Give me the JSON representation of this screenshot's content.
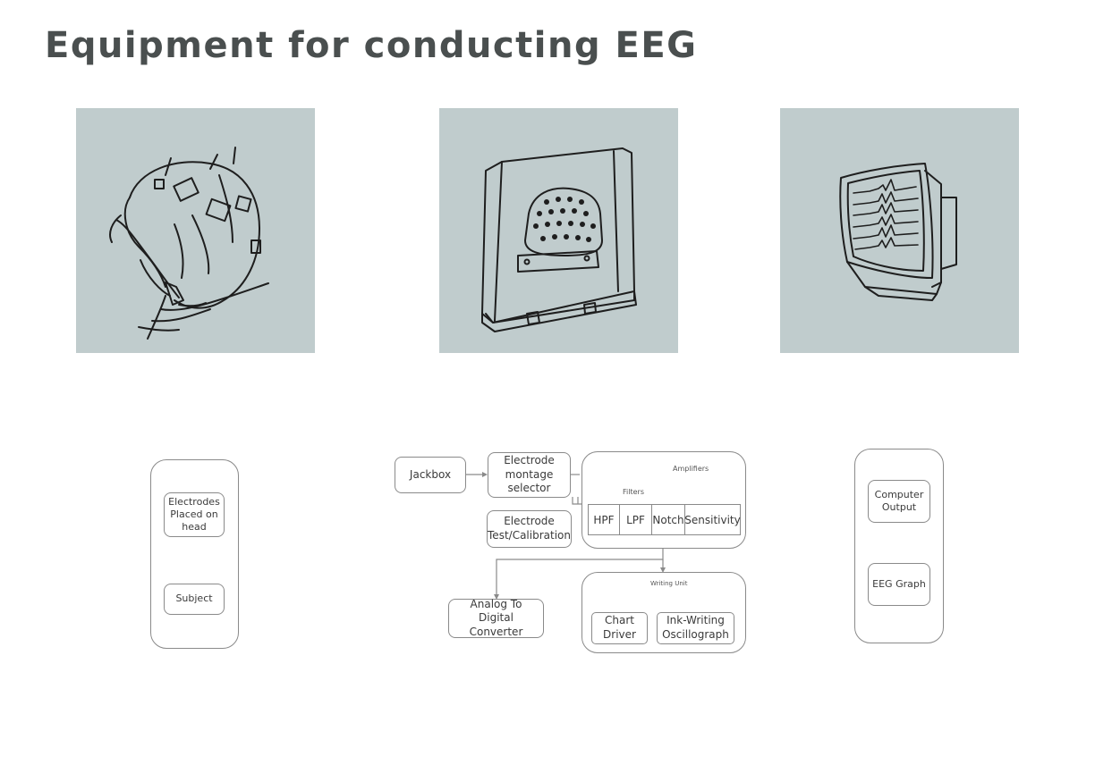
{
  "title": "Equipment for conducting EEG",
  "images": [
    {
      "name": "head-with-electrodes-sketch"
    },
    {
      "name": "eeg-machine-sketch"
    },
    {
      "name": "monitor-with-waveforms-sketch"
    }
  ],
  "left_diagram": {
    "electrodes": "Electrodes Placed on head",
    "subject": "Subject"
  },
  "middle_diagram": {
    "jackbox": "Jackbox",
    "montage_selector": "Electrode montage selector",
    "test_calibration": "Electrode Test/Calibration",
    "amplifiers": "Amplifiers",
    "filters": "Filters",
    "hpf": "HPF",
    "lpf": "LPF",
    "notch": "Notch",
    "sensitivity": "Sensitivity",
    "adc": "Analog To Digital Converter",
    "writing_unit": "Writing Unit",
    "chart_driver": "Chart Driver",
    "oscillograph": "Ink-Writing Oscillograph"
  },
  "right_diagram": {
    "computer_output": "Computer Output",
    "eeg_graph": "EEG Graph"
  },
  "colors": {
    "photo_bg": "#c0cccd",
    "title": "#4a4f4f",
    "box_border": "#8a8a8a"
  }
}
